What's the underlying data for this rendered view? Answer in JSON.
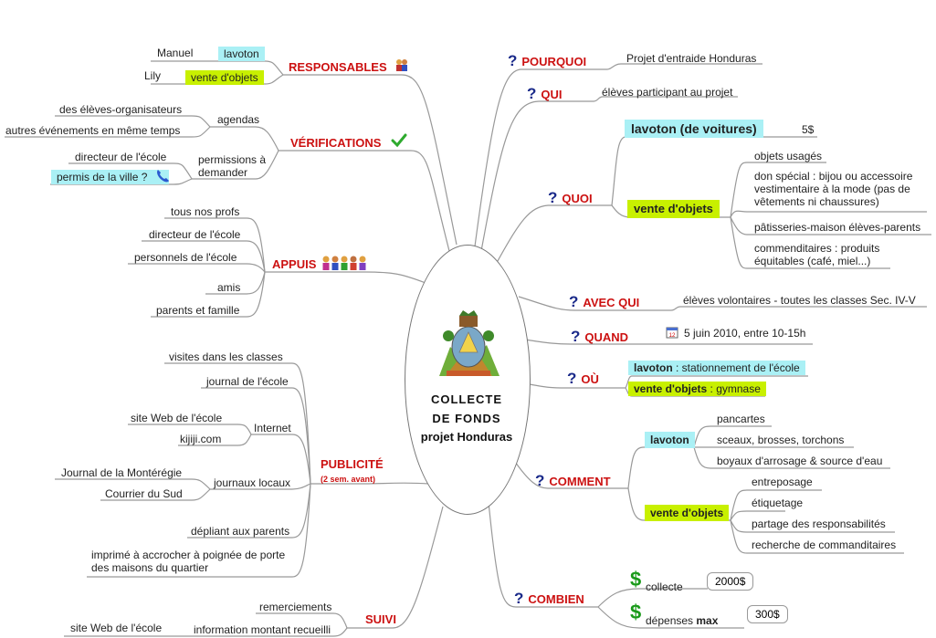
{
  "center": {
    "line1": "COLLECTE",
    "line2": "DE  FONDS",
    "line3": "projet Honduras"
  },
  "right": {
    "pourquoi": {
      "title": "POURQUOI",
      "detail": "Projet d'entraide Honduras"
    },
    "qui": {
      "title": "QUI",
      "detail": "élèves participant au projet"
    },
    "quoi": {
      "title": "QUOI",
      "lavoton": "lavoton (de voitures)",
      "lavoton_price": "5$",
      "vente": "vente d'objets",
      "vente_items": [
        "objets usagés",
        "don spécial : bijou ou accessoire vestimentaire à la mode (pas de vêtements ni chaussures)",
        "pâtisseries-maison élèves-parents",
        "commenditaires : produits équitables (café, miel...)"
      ]
    },
    "avec_qui": {
      "title": "AVEC QUI",
      "detail": "élèves volontaires -  toutes les classes Sec. IV-V"
    },
    "quand": {
      "title": "QUAND",
      "detail": "5 juin 2010, entre 10-15h"
    },
    "ou": {
      "title": "OÙ",
      "lavoton_label": "lavoton",
      "lavoton_place": " : stationnement de l'école",
      "vente_label": "vente d'objets",
      "vente_place": " : gymnase"
    },
    "comment": {
      "title": "COMMENT",
      "lavoton": "lavoton",
      "lavoton_items": [
        "pancartes",
        "sceaux, brosses, torchons",
        "boyaux d'arrosage & source d'eau"
      ],
      "vente": "vente d'objets",
      "vente_items": [
        "entreposage",
        "étiquetage",
        "partage des responsabilités",
        "recherche de commanditaires"
      ]
    },
    "combien": {
      "title": "COMBIEN",
      "collecte": "collecte",
      "collecte_amount": "2000$",
      "depenses": "dépenses",
      "depenses_max": "max",
      "depenses_amount": "300$"
    }
  },
  "left": {
    "responsables": {
      "title": "RESPONSABLES",
      "rows": [
        {
          "name": "Manuel",
          "task": "lavoton"
        },
        {
          "name": "Lily",
          "task": "vente d'objets"
        }
      ]
    },
    "verifications": {
      "title": "VÉRIFICATIONS",
      "agendas": "agendas",
      "agendas_items": [
        "des élèves-organisateurs",
        "autres événements en même temps"
      ],
      "permissions": "permissions à demander",
      "permissions_items": [
        "directeur de l'école",
        "permis de la ville ?"
      ]
    },
    "appuis": {
      "title": "APPUIS",
      "items": [
        "tous nos profs",
        "directeur de l'école",
        "personnels de l'école",
        "amis",
        "parents et famille"
      ]
    },
    "publicite": {
      "title": "PUBLICITÉ",
      "subtitle": "(2 sem. avant)",
      "visites": "visites dans les classes",
      "journal": "journal de l'école",
      "internet": "Internet",
      "internet_items": [
        "site Web de l'école",
        "kijiji.com"
      ],
      "journaux": "journaux locaux",
      "journaux_items": [
        "Journal de la Montérégie",
        "Courrier du Sud"
      ],
      "depliant": "dépliant aux parents",
      "imprime": "imprimé à accrocher à poignée de porte des maisons du quartier"
    },
    "suivi": {
      "title": "SUIVI",
      "remerciements": "remerciements",
      "information": "information montant recueilli",
      "site": "site Web de l'école"
    }
  },
  "icons": [
    "question-mark-icon",
    "check-icon",
    "phone-icon",
    "people-icon",
    "calendar-icon",
    "dollar-icon",
    "emblem-icon"
  ],
  "colors": {
    "title_red": "#cc1111",
    "question_blue": "#1a2a8a",
    "highlight_cyan": "#aaf0f5",
    "highlight_lime": "#c8f000",
    "dollar_green": "#1a9a1a"
  }
}
